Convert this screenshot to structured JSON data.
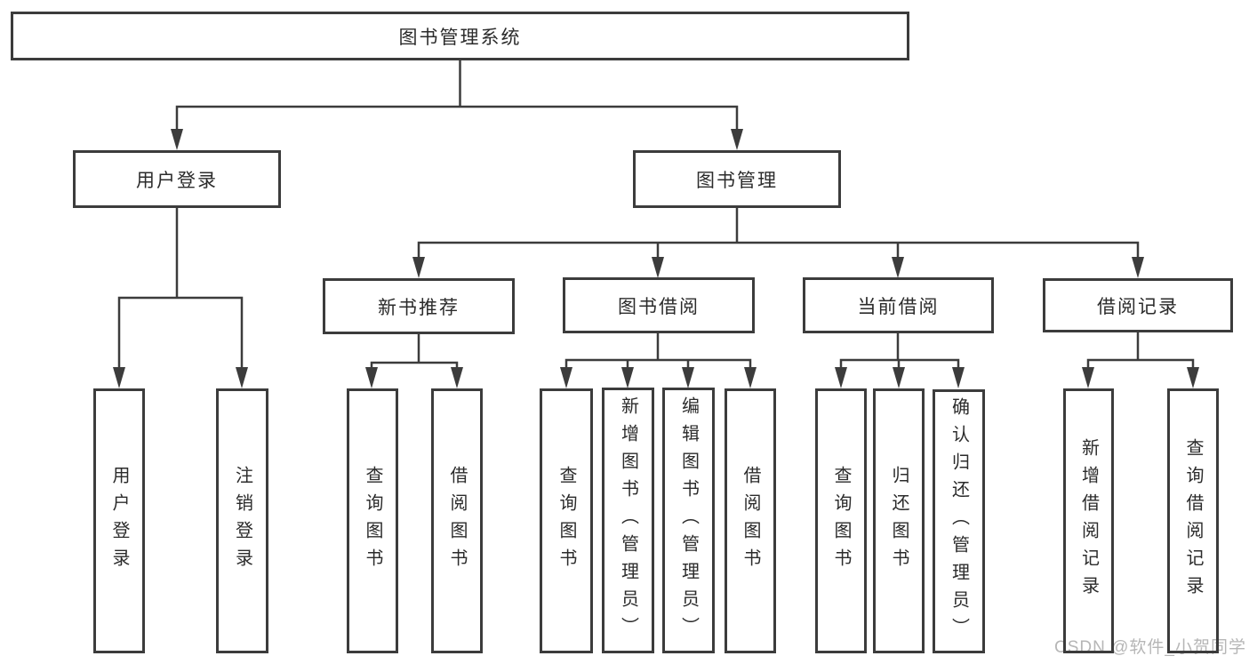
{
  "diagram_title": "图书管理系统",
  "tree": {
    "root": "图书管理系统",
    "user_login": {
      "label": "用户登录",
      "children": [
        "用户登录",
        "注销登录"
      ]
    },
    "book_management": {
      "label": "图书管理",
      "sections": [
        {
          "label": "新书推荐",
          "children": [
            "查询图书",
            "借阅图书"
          ]
        },
        {
          "label": "图书借阅",
          "children": [
            "查询图书",
            "新增图书（管理员）",
            "编辑图书（管理员）",
            "借阅图书"
          ]
        },
        {
          "label": "当前借阅",
          "children": [
            "查询图书",
            "归还图书",
            "确认归还（管理员）"
          ]
        },
        {
          "label": "借阅记录",
          "children": [
            "新增借阅记录",
            "查询借阅记录"
          ]
        }
      ]
    }
  },
  "watermark": "CSDN @软件_小贺同学",
  "colors": {
    "line": "#3c3c3c",
    "text": "#2b2b2b",
    "watermark": "#b6b6b6",
    "background": "#ffffff"
  }
}
